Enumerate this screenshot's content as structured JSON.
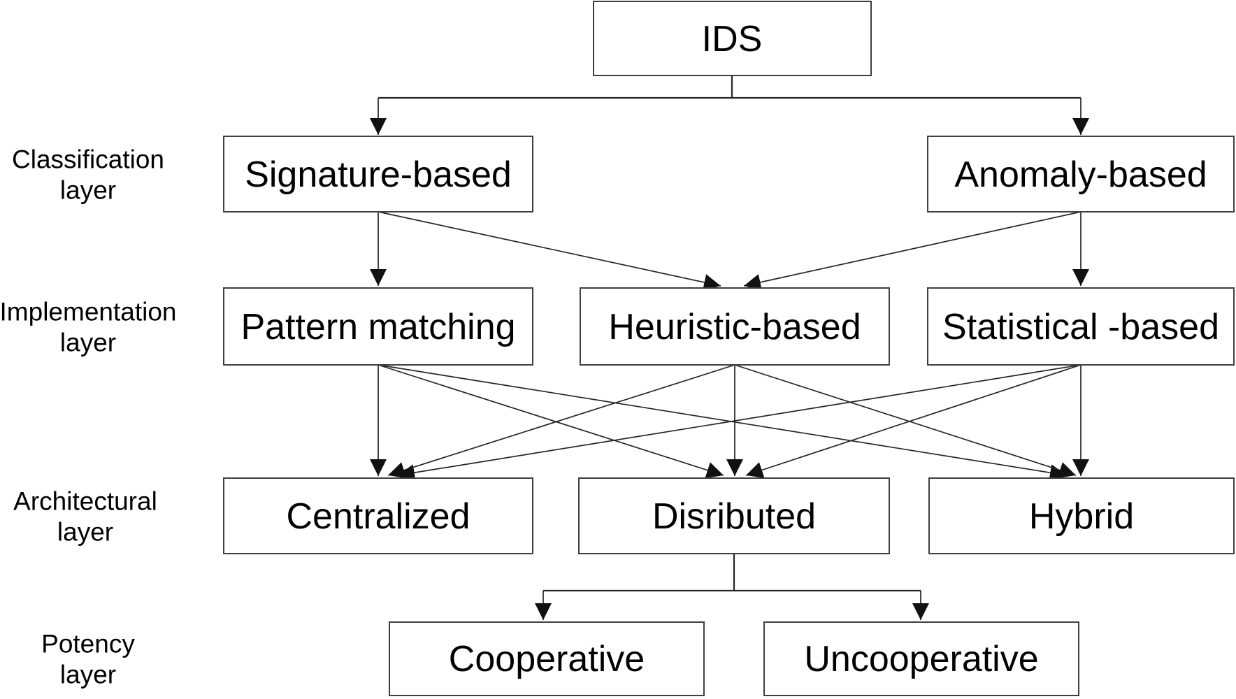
{
  "diagram": {
    "nodes": {
      "ids": {
        "label": "IDS"
      },
      "signature": {
        "label": "Signature-based"
      },
      "anomaly": {
        "label": "Anomaly-based"
      },
      "pattern": {
        "label": "Pattern matching"
      },
      "heuristic": {
        "label": "Heuristic-based"
      },
      "statistical": {
        "label": "Statistical -based"
      },
      "centralized": {
        "label": "Centralized"
      },
      "distributed": {
        "label": "Disributed"
      },
      "hybrid": {
        "label": "Hybrid"
      },
      "cooperative": {
        "label": "Cooperative"
      },
      "uncooperative": {
        "label": "Uncooperative"
      }
    },
    "layer_labels": {
      "classification": {
        "line1": "Classification",
        "line2": "layer"
      },
      "implementation": {
        "line1": "Implementation",
        "line2": "layer"
      },
      "architectural": {
        "line1": "Architectural",
        "line2": "layer"
      },
      "potency": {
        "line1": "Potency",
        "line2": "layer"
      }
    },
    "edges": [
      {
        "from": "ids",
        "to": "signature"
      },
      {
        "from": "ids",
        "to": "anomaly"
      },
      {
        "from": "signature",
        "to": "pattern"
      },
      {
        "from": "signature",
        "to": "heuristic"
      },
      {
        "from": "anomaly",
        "to": "heuristic"
      },
      {
        "from": "anomaly",
        "to": "statistical"
      },
      {
        "from": "pattern",
        "to": "centralized"
      },
      {
        "from": "pattern",
        "to": "distributed"
      },
      {
        "from": "pattern",
        "to": "hybrid"
      },
      {
        "from": "heuristic",
        "to": "centralized"
      },
      {
        "from": "heuristic",
        "to": "distributed"
      },
      {
        "from": "heuristic",
        "to": "hybrid"
      },
      {
        "from": "statistical",
        "to": "centralized"
      },
      {
        "from": "statistical",
        "to": "distributed"
      },
      {
        "from": "statistical",
        "to": "hybrid"
      },
      {
        "from": "distributed",
        "to": "cooperative"
      },
      {
        "from": "distributed",
        "to": "uncooperative"
      }
    ],
    "colors": {
      "background": "#ffffff",
      "box_border": "#3f3f3f",
      "line": "#262626",
      "text": "#000000"
    }
  }
}
